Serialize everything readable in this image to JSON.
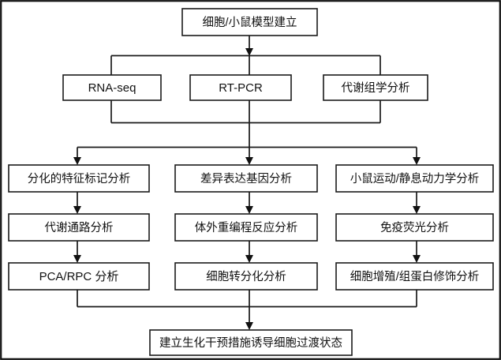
{
  "diagram": {
    "title": "Experimental workflow flowchart",
    "language": "zh-CN",
    "colors": {
      "background": "#ffffff",
      "stroke": "#1a1a1a",
      "text": "#111111",
      "border": "#111111"
    },
    "nodes": {
      "model": "细胞/小鼠模型建立",
      "assay_left": "RNA-seq",
      "assay_mid": "RT-PCR",
      "assay_right": "代谢组学分析",
      "col1_row1": "分化的特征标记分析",
      "col2_row1": "差异表达基因分析",
      "col3_row1": "小鼠运动/静息动力学分析",
      "col1_row2": "代谢通路分析",
      "col2_row2": "体外重编程反应分析",
      "col3_row2": "免疫荧光分析",
      "col1_row3": "PCA/RPC 分析",
      "col2_row3": "细胞转分化分析",
      "col3_row3": "细胞增殖/组蛋白修饰分析",
      "outcome": "建立生化干预措施诱导细胞过渡状态"
    }
  }
}
